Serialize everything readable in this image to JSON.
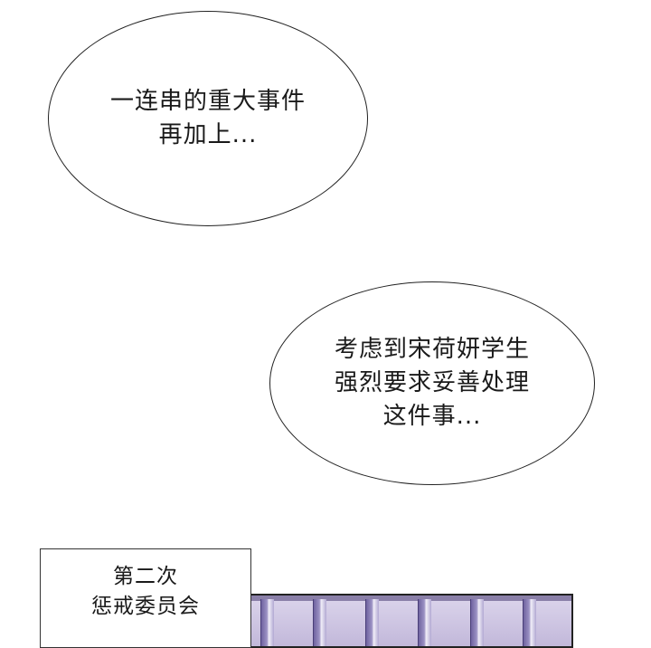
{
  "bubbles": [
    {
      "lines": [
        "一连串的重大事件",
        "再加上..."
      ]
    },
    {
      "lines": [
        "考虑到宋荷妍学生",
        "强烈要求妥善处理",
        "这件事..."
      ]
    }
  ],
  "caption": {
    "lines": [
      "第二次",
      "惩戒委员会"
    ]
  },
  "colors": {
    "panel_tint": "#c6bcda",
    "post_shade": "#6f63a0"
  }
}
